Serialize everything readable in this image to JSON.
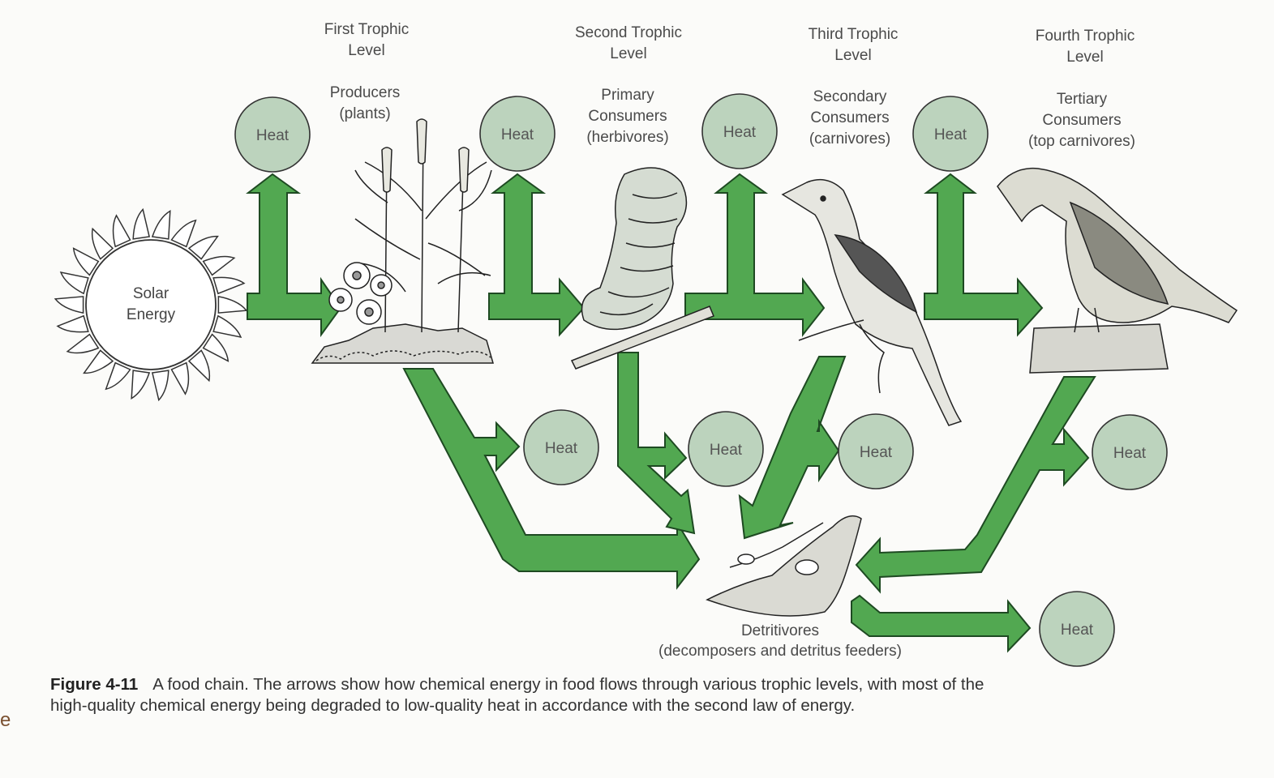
{
  "levels": [
    {
      "title": "First Trophic",
      "title2": "Level",
      "role": "Producers",
      "role2": "(plants)",
      "role3": ""
    },
    {
      "title": "Second Trophic",
      "title2": "Level",
      "role": "Primary",
      "role2": "Consumers",
      "role3": "(herbivores)"
    },
    {
      "title": "Third Trophic",
      "title2": "Level",
      "role": "Secondary",
      "role2": "Consumers",
      "role3": "(carnivores)"
    },
    {
      "title": "Fourth Trophic",
      "title2": "Level",
      "role": "Tertiary",
      "role2": "Consumers",
      "role3": "(top carnivores)"
    }
  ],
  "sun": {
    "line1": "Solar",
    "line2": "Energy"
  },
  "heat_label": "Heat",
  "detritivores": {
    "line1": "Detritivores",
    "line2": "(decomposers and detritus feeders)"
  },
  "caption": {
    "figure": "Figure 4-11",
    "text": "A food chain. The arrows show how chemical energy in food flows through various trophic levels, with most of the high-quality chemical energy being degraded to low-quality heat in accordance with the second law of energy."
  },
  "edge_glyph": "e",
  "colors": {
    "arrow": "#52a851",
    "arrow_stroke": "#1e4a22",
    "heat_fill": "#bcd3bd",
    "heat_stroke": "#333333"
  }
}
